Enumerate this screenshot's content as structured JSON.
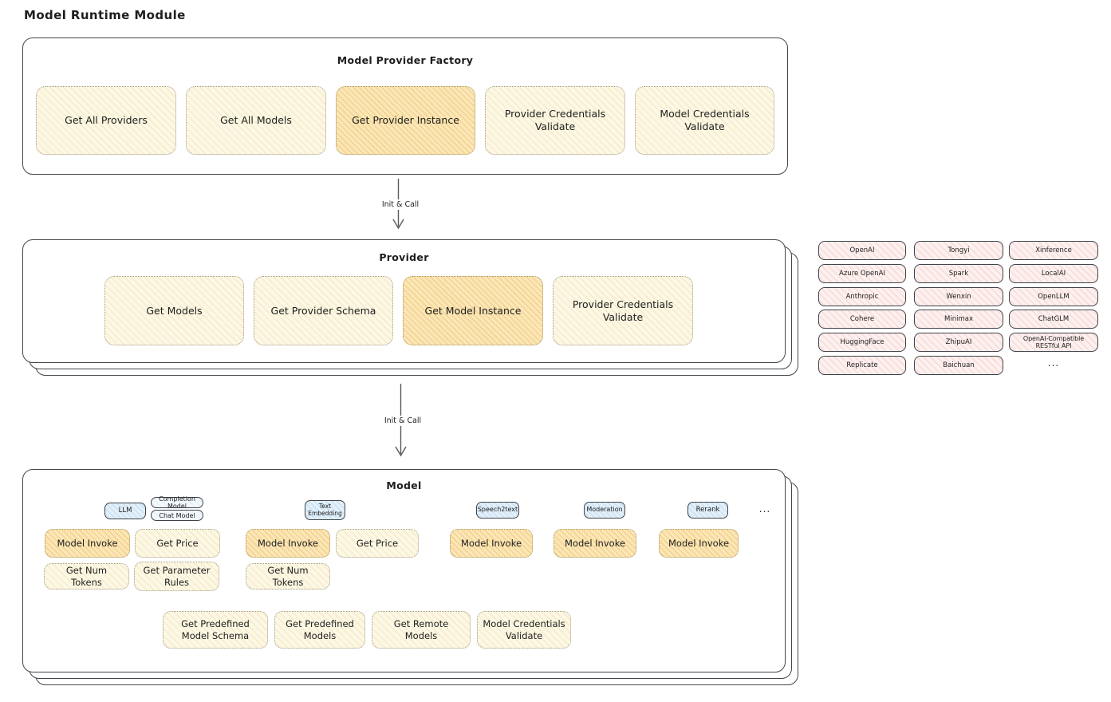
{
  "title": "Model Runtime Module",
  "colors": {
    "button_yellow": "#fdf8e6",
    "button_yellow_hatch": "#f7eecf",
    "button_orange": "#fbe7ba",
    "button_orange_hatch": "#f5d694",
    "provider_pill_pink": "#fdf1f0",
    "provider_pill_hatch": "#f8dedb",
    "tab_blue": "#e4f0fa",
    "tab_blue_hatch": "#cfe5f5",
    "border_dark": "#43484d"
  },
  "factory": {
    "title": "Model Provider Factory",
    "buttons": [
      {
        "label": "Get All Providers"
      },
      {
        "label": "Get All Models"
      },
      {
        "label": "Get Provider Instance"
      },
      {
        "label": "Provider Credentials Validate"
      },
      {
        "label": "Model Credentials Validate"
      }
    ]
  },
  "arrows": {
    "label1": "Init & Call",
    "label2": "Init & Call"
  },
  "provider": {
    "title": "Provider",
    "buttons": [
      {
        "label": "Get Models"
      },
      {
        "label": "Get Provider Schema"
      },
      {
        "label": "Get Model Instance"
      },
      {
        "label": "Provider Credentials Validate"
      }
    ]
  },
  "providers": {
    "items": [
      "OpenAI",
      "Tongyi",
      "Xinference",
      "Azure OpenAI",
      "Spark",
      "LocalAI",
      "Anthropic",
      "Wenxin",
      "OpenLLM",
      "Cohere",
      "Minimax",
      "ChatGLM",
      "HuggingFace",
      "ZhipuAI",
      "OpenAI-Compatible RESTful API",
      "Replicate",
      "Baichuan"
    ],
    "more": "..."
  },
  "model": {
    "title": "Model",
    "tabs": [
      {
        "label": "LLM"
      },
      {
        "label": "Completion Model"
      },
      {
        "label": "Chat Model"
      },
      {
        "label": "Text Embedding"
      },
      {
        "label": "Speech2text"
      },
      {
        "label": "Moderation"
      },
      {
        "label": "Rerank"
      }
    ],
    "tabs_more": "...",
    "buttons": [
      {
        "label": "Model Invoke"
      },
      {
        "label": "Get Price"
      },
      {
        "label": "Get Num Tokens"
      },
      {
        "label": "Get Parameter Rules"
      },
      {
        "label": "Model Invoke"
      },
      {
        "label": "Get Price"
      },
      {
        "label": "Get Num Tokens"
      },
      {
        "label": "Model Invoke"
      },
      {
        "label": "Model Invoke"
      },
      {
        "label": "Model Invoke"
      }
    ],
    "bottom_buttons": [
      {
        "label": "Get Predefined Model Schema"
      },
      {
        "label": "Get Predefined Models"
      },
      {
        "label": "Get Remote Models"
      },
      {
        "label": "Model Credentials Validate"
      }
    ]
  }
}
